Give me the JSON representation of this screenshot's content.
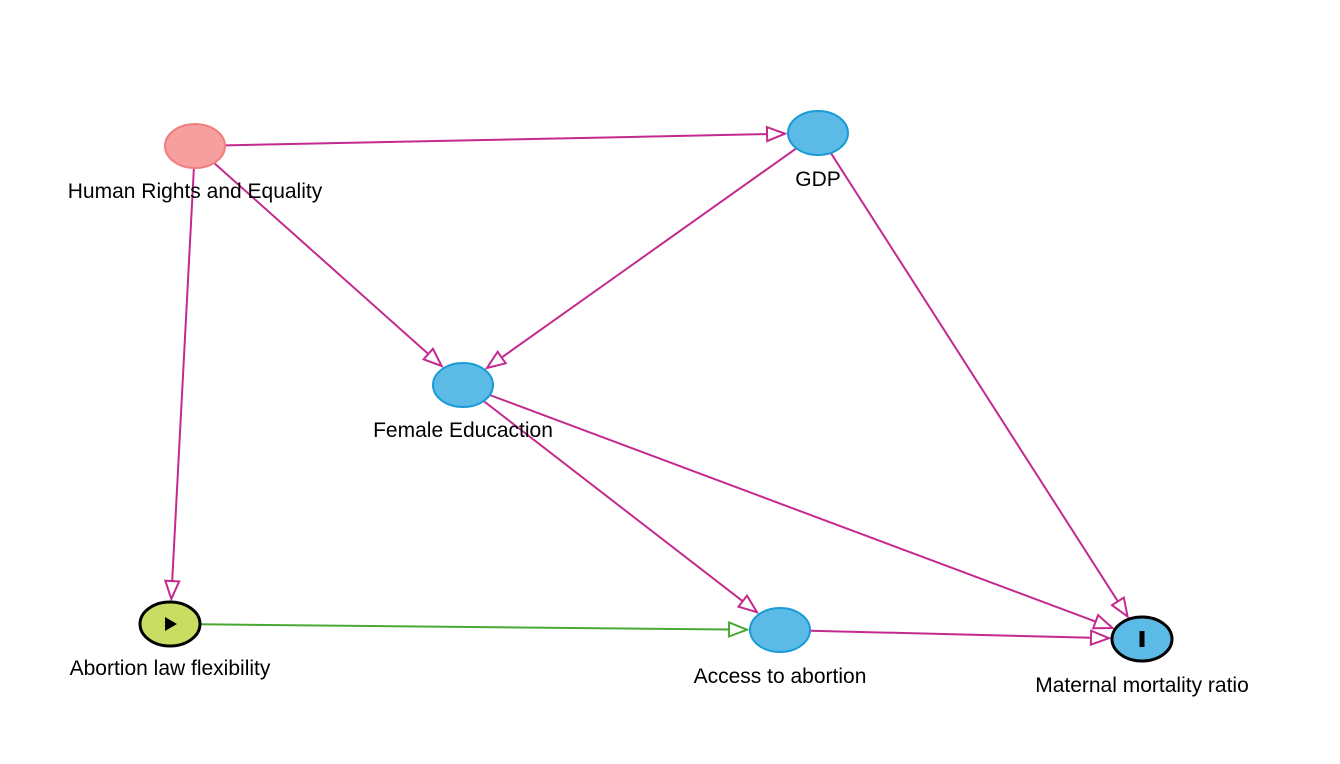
{
  "colors": {
    "causal_edge": "#c42a8e",
    "exposure_edge": "#4aa832",
    "ancestor_fill": "#f79e9e",
    "ancestor_stroke": "#f07f7f",
    "covariate_fill": "#5bbae6",
    "covariate_stroke": "#1a9bd7",
    "exposure_fill": "#c8dd62",
    "outcome_fill": "#5bbae6",
    "node_outline_dark": "#000000",
    "background": "#ffffff"
  },
  "nodes": [
    {
      "id": "human_rights",
      "label": "Human Rights and Equality",
      "role": "ancestor"
    },
    {
      "id": "gdp",
      "label": "GDP",
      "role": "covariate"
    },
    {
      "id": "female_education",
      "label": "Female Educaction",
      "role": "covariate"
    },
    {
      "id": "abortion_law",
      "label": "Abortion law flexibility",
      "role": "exposure",
      "icon": "play-icon"
    },
    {
      "id": "access_abortion",
      "label": "Access to abortion",
      "role": "covariate"
    },
    {
      "id": "maternal_mortality",
      "label": "Maternal mortality ratio",
      "role": "outcome",
      "icon": "bar-icon"
    }
  ],
  "edges": [
    {
      "from": "human_rights",
      "to": "gdp",
      "kind": "causal"
    },
    {
      "from": "human_rights",
      "to": "female_education",
      "kind": "causal"
    },
    {
      "from": "human_rights",
      "to": "abortion_law",
      "kind": "causal"
    },
    {
      "from": "gdp",
      "to": "female_education",
      "kind": "causal"
    },
    {
      "from": "gdp",
      "to": "maternal_mortality",
      "kind": "causal"
    },
    {
      "from": "female_education",
      "to": "access_abortion",
      "kind": "causal"
    },
    {
      "from": "female_education",
      "to": "maternal_mortality",
      "kind": "causal"
    },
    {
      "from": "abortion_law",
      "to": "access_abortion",
      "kind": "exposure"
    },
    {
      "from": "access_abortion",
      "to": "maternal_mortality",
      "kind": "causal"
    }
  ]
}
